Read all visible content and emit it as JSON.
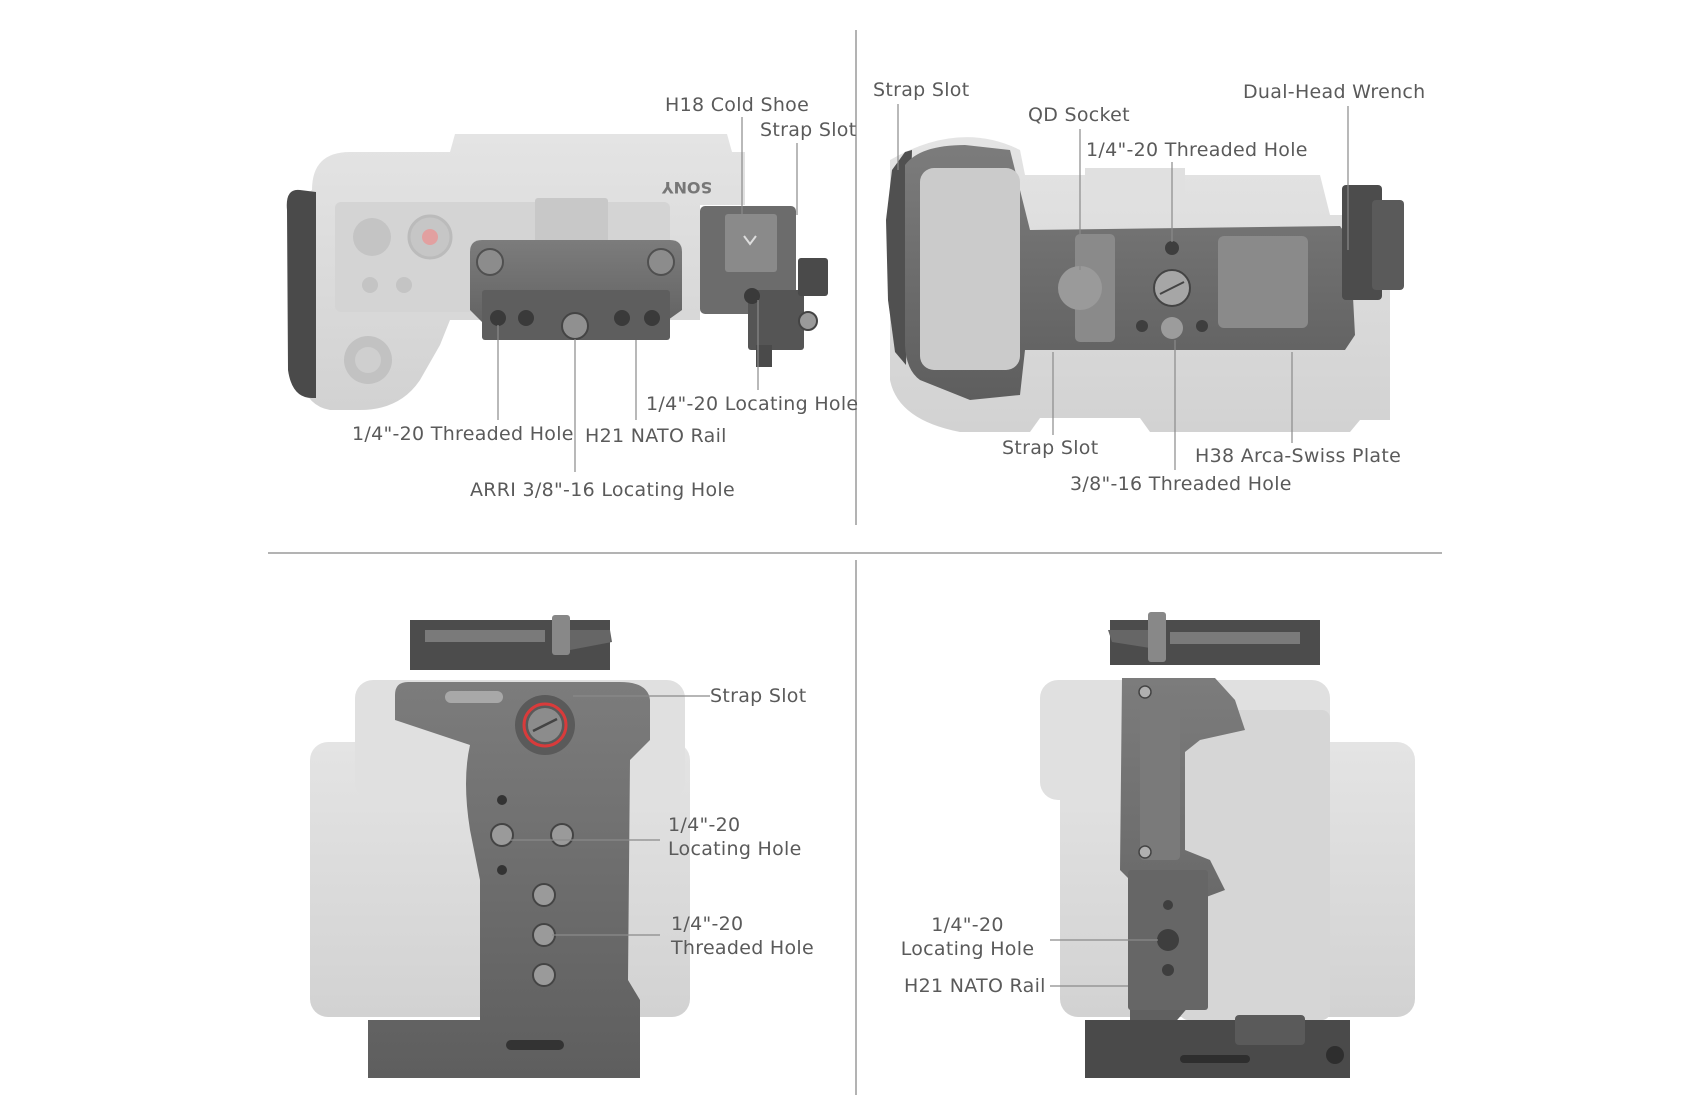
{
  "colors": {
    "background": "#ffffff",
    "camera_body": "#dcdcdc",
    "camera_body_dark": "#c8c8c8",
    "cage_metal": "#6e6e6e",
    "cage_metal_dark": "#4c4c4c",
    "cage_metal_light": "#8a8a8a",
    "accent_ring": "#d93b3b",
    "leader_line": "#8a8a8a",
    "label_text": "#5a5a5a",
    "divider": "#9a9a9a"
  },
  "camera_brand": "SONY",
  "panels": {
    "top_view": {
      "labels": {
        "h18_cold_shoe": "H18 Cold Shoe",
        "strap_slot": "Strap Slot",
        "locating_hole": "1/4\"-20 Locating Hole",
        "threaded_hole": "1/4\"-20 Threaded Hole",
        "nato_rail": "H21 NATO Rail",
        "arri_hole": "ARRI 3/8\"-16 Locating Hole"
      }
    },
    "bottom_view": {
      "labels": {
        "strap_slot_top": "Strap Slot",
        "qd_socket": "QD Socket",
        "threaded_hole": "1/4\"-20 Threaded Hole",
        "dual_head_wrench": "Dual-Head Wrench",
        "strap_slot_bottom": "Strap Slot",
        "arca_plate": "H38 Arca-Swiss Plate",
        "threaded_hole_38": "3/8\"-16 Threaded Hole"
      }
    },
    "grip_side": {
      "labels": {
        "strap_slot": "Strap Slot",
        "locating_hole_1": "1/4\"-20",
        "locating_hole_2": "Locating Hole",
        "threaded_hole_1": "1/4\"-20",
        "threaded_hole_2": "Threaded Hole"
      }
    },
    "left_side": {
      "labels": {
        "locating_hole_1": "1/4\"-20",
        "locating_hole_2": "Locating Hole",
        "nato_rail": "H21 NATO Rail"
      }
    }
  }
}
